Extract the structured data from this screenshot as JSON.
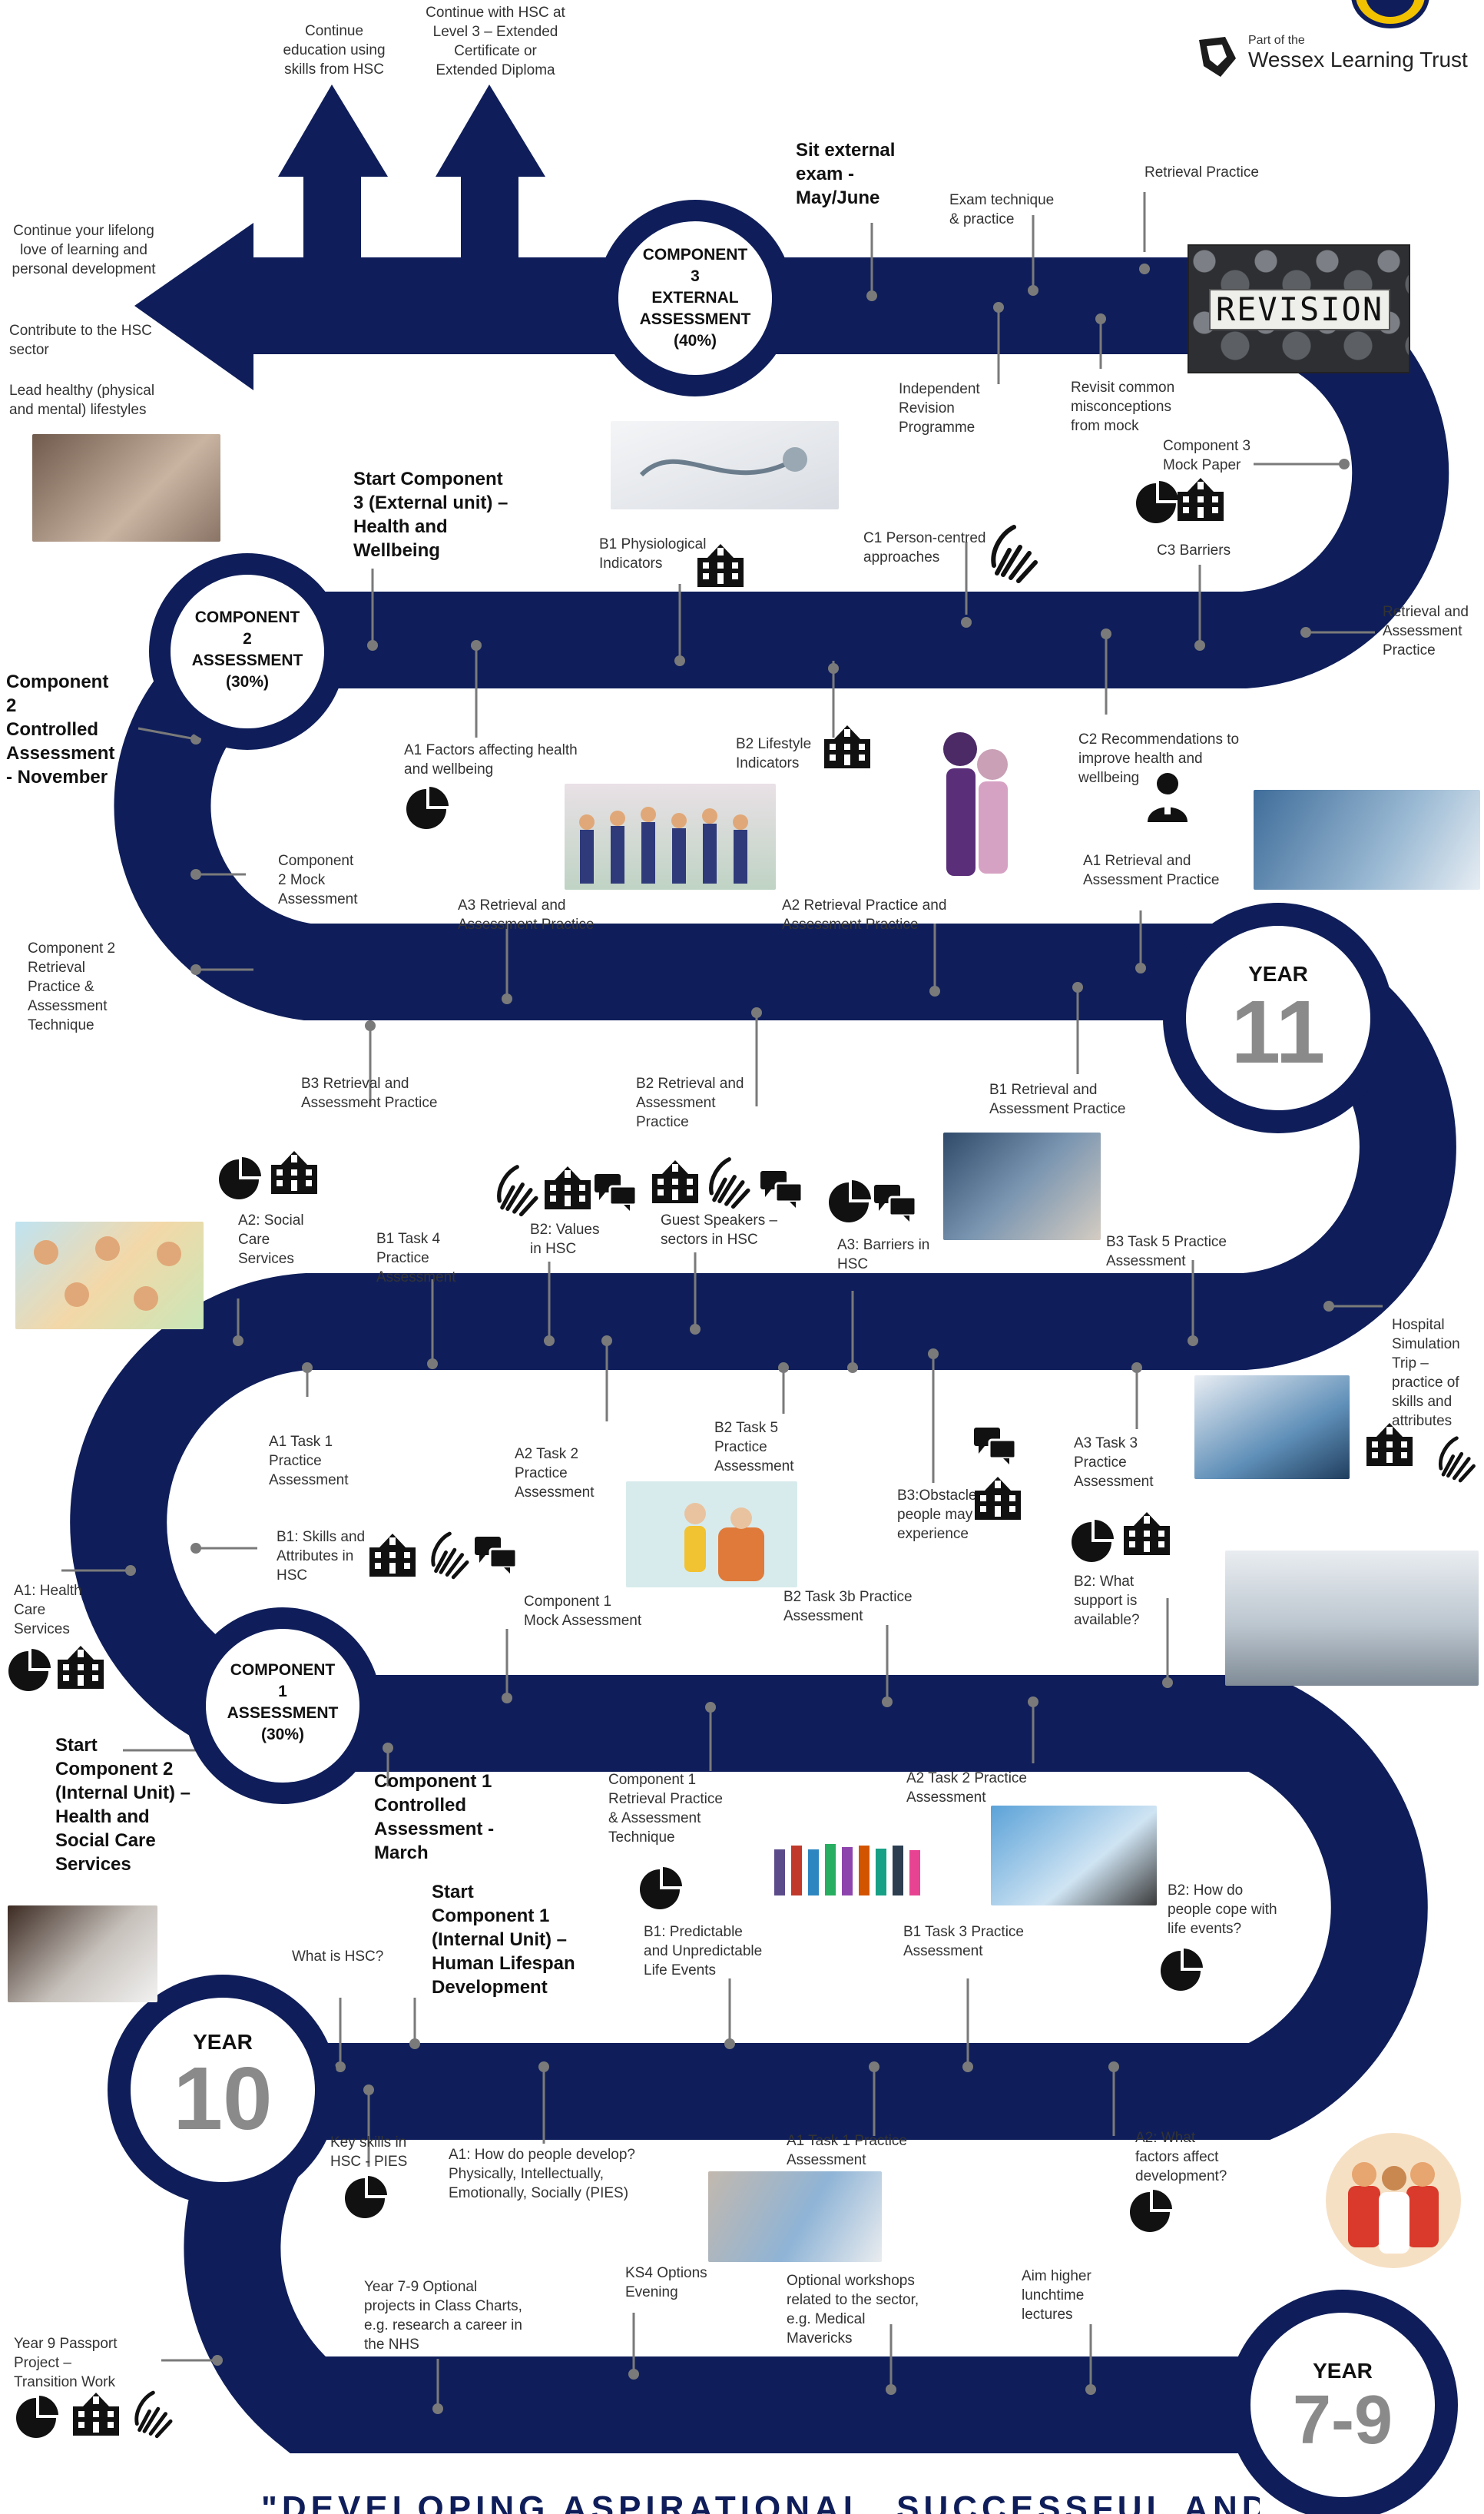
{
  "colors": {
    "road": "#0f1e5a",
    "connector": "#7a7a7a",
    "dot": "#7a7a7a",
    "year_number": "#8a8a8a"
  },
  "header": {
    "trust_prefix": "Part of the",
    "trust_name": "Wessex Learning Trust"
  },
  "revision_sign": "REVISION",
  "circles": {
    "component3": [
      "COMPONENT",
      "3",
      "EXTERNAL",
      "ASSESSMENT",
      "(40%)"
    ],
    "component2": [
      "COMPONENT",
      "2",
      "ASSESSMENT",
      "(30%)"
    ],
    "component1": [
      "COMPONENT",
      "1",
      "ASSESSMENT",
      "(30%)"
    ]
  },
  "years": {
    "y11": {
      "label": "YEAR",
      "number": "11"
    },
    "y10": {
      "label": "YEAR",
      "number": "10"
    },
    "y79": {
      "label": "YEAR",
      "number": "7-9"
    }
  },
  "milestones": {
    "sit_exam": [
      "Sit external",
      "exam -",
      "May/June"
    ],
    "start_c3": [
      "Start Component",
      "3 (External unit) –",
      "Health and",
      "Wellbeing"
    ],
    "c2_controlled": [
      "Component",
      "2",
      "Controlled",
      "Assessment",
      "- November"
    ],
    "start_c2": [
      "Start",
      "Component 2",
      "(Internal Unit) –",
      "Health and",
      "Social Care",
      "Services"
    ],
    "c1_controlled": [
      "Component 1",
      "Controlled",
      "Assessment -",
      "March"
    ],
    "start_c1": [
      "Start",
      "Component 1",
      "(Internal Unit) –",
      "Human Lifespan",
      "Development"
    ]
  },
  "labels": {
    "continue_education": [
      "Continue",
      "education using",
      "skills from HSC"
    ],
    "continue_level3": [
      "Continue with HSC at",
      "Level 3 – Extended",
      "Certificate or",
      "Extended Diploma"
    ],
    "lifelong": [
      "Continue your lifelong",
      "love of learning and",
      "personal development"
    ],
    "contribute": [
      "Contribute to the HSC",
      "sector"
    ],
    "healthy": [
      "Lead healthy (physical",
      "and mental) lifestyles"
    ],
    "exam_technique": [
      "Exam technique",
      "& practice"
    ],
    "retrieval_top": [
      "Retrieval Practice"
    ],
    "independent_revision": [
      "Independent",
      "Revision",
      "Programme"
    ],
    "revisit": [
      "Revisit common",
      "misconceptions",
      "from mock"
    ],
    "c3_mock": [
      "Component 3",
      "Mock Paper"
    ],
    "c3_barriers": [
      "C3 Barriers"
    ],
    "b1_physio": [
      "B1 Physiological",
      "Indicators"
    ],
    "c1_person": [
      "C1 Person-centred",
      "approaches"
    ],
    "retrieval_assess_right": [
      "Retrieval and",
      "Assessment",
      "Practice"
    ],
    "a1_factors": [
      "A1 Factors affecting health",
      "and wellbeing"
    ],
    "b2_lifestyle": [
      "B2 Lifestyle",
      "Indicators"
    ],
    "c2_recommend": [
      "C2 Recommendations to",
      "improve health and",
      "wellbeing"
    ],
    "c2_mock": [
      "Component",
      "2 Mock",
      "Assessment"
    ],
    "a3_retrieval": [
      "A3 Retrieval and",
      "Assessment Practice"
    ],
    "a2_retrieval": [
      "A2 Retrieval Practice and",
      "Assessment Practice"
    ],
    "a1_retrieval": [
      "A1 Retrieval and",
      "Assessment Practice"
    ],
    "c2_retrieval": [
      "Component 2",
      "Retrieval",
      "Practice &",
      "Assessment",
      "Technique"
    ],
    "b3_retrieval": [
      "B3 Retrieval and",
      "Assessment Practice"
    ],
    "b2_retrieval": [
      "B2 Retrieval and",
      "Assessment",
      "Practice"
    ],
    "b1_retrieval": [
      "B1 Retrieval and",
      "Assessment Practice"
    ],
    "a2_social": [
      "A2: Social",
      "Care",
      "Services"
    ],
    "b1_task4": [
      "B1 Task 4",
      "Practice",
      "Assessment"
    ],
    "b2_values": [
      "B2: Values",
      "in HSC"
    ],
    "guest_speakers": [
      "Guest Speakers –",
      "sectors in HSC"
    ],
    "a3_barriers": [
      "A3: Barriers in",
      "HSC"
    ],
    "b3_task5": [
      "B3 Task 5 Practice",
      "Assessment"
    ],
    "hospital_trip": [
      "Hospital",
      "Simulation",
      "Trip –",
      "practice of",
      "skills and",
      "attributes"
    ],
    "a1_task1": [
      "A1 Task 1",
      "Practice",
      "Assessment"
    ],
    "a2_task2": [
      "A2 Task 2",
      "Practice",
      "Assessment"
    ],
    "b2_task5": [
      "B2 Task 5",
      "Practice",
      "Assessment"
    ],
    "b3_obstacles": [
      "B3:Obstacles",
      "people may",
      "experience"
    ],
    "a3_task3": [
      "A3 Task 3",
      "Practice",
      "Assessment"
    ],
    "b1_skills": [
      "B1: Skills and",
      "Attributes in",
      "HSC"
    ],
    "a1_health": [
      "A1: Health",
      "Care",
      "Services"
    ],
    "c1_mock": [
      "Component 1",
      "Mock Assessment"
    ],
    "b2_task3b": [
      "B2 Task 3b Practice",
      "Assessment"
    ],
    "b2_support": [
      "B2: What",
      "support is",
      "available?"
    ],
    "c1_retrieval": [
      "Component 1",
      "Retrieval Practice",
      "& Assessment",
      "Technique"
    ],
    "a2_task2_practice": [
      "A2 Task 2 Practice",
      "Assessment"
    ],
    "b2_cope": [
      "B2: How do",
      "people cope with",
      "life events?"
    ],
    "what_is_hsc": [
      "What is HSC?"
    ],
    "b1_predictable": [
      "B1: Predictable",
      "and Unpredictable",
      "Life Events"
    ],
    "b1_task3": [
      "B1 Task 3 Practice",
      "Assessment"
    ],
    "key_skills": [
      "Key skills in",
      "HSC - PIES"
    ],
    "a1_develop": [
      "A1: How do people develop?",
      "Physically, Intellectually,",
      "Emotionally, Socially (PIES)"
    ],
    "a1_task1_practice": [
      "A1 Task 1 Practice",
      "Assessment"
    ],
    "a2_factors": [
      "A2: What",
      "factors affect",
      "development?"
    ],
    "year79_projects": [
      "Year 7-9 Optional",
      "projects in Class Charts,",
      "e.g. research a career in",
      "the NHS"
    ],
    "ks4_options": [
      "KS4 Options",
      "Evening"
    ],
    "optional_workshops": [
      "Optional workshops",
      "related to the sector,",
      "e.g. Medical",
      "Mavericks"
    ],
    "aim_higher": [
      "Aim higher",
      "lunchtime",
      "lectures"
    ],
    "year9_passport": [
      "Year 9 Passport",
      "Project –",
      "Transition Work"
    ]
  },
  "footer_title": "\"DEVELOPING ASPIRATIONAL, SUCCESSFUL AND ACTIVE"
}
